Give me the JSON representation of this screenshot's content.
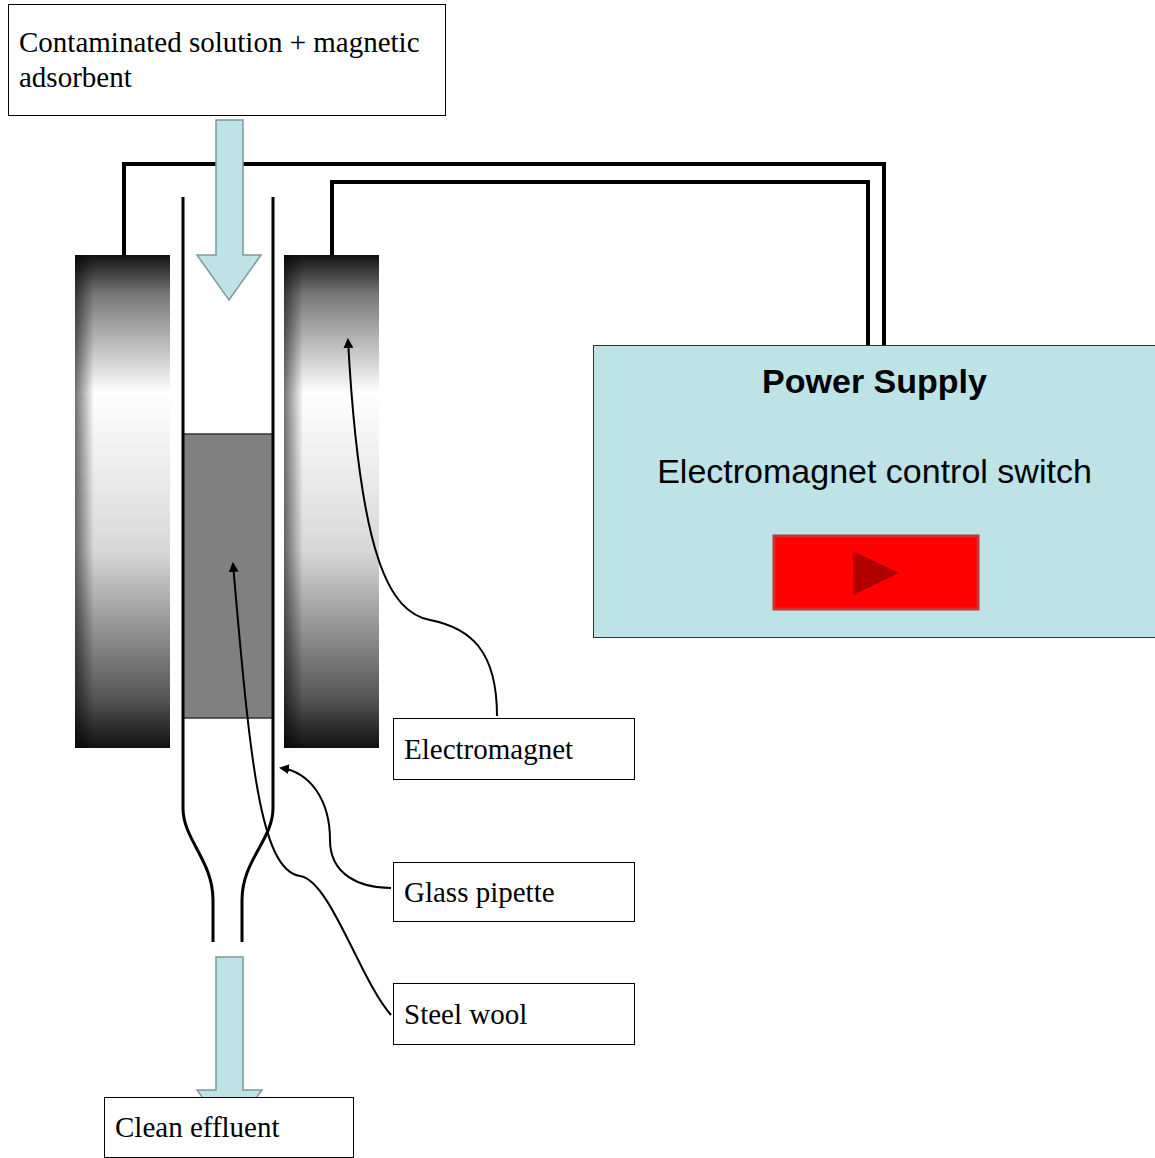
{
  "diagram": {
    "nodes": [
      {
        "text": [
          "Contaminated solution + magnetic adsorbent"
        ]
      },
      {
        "text": [
          "Power Supply",
          "Electromagnet control switch"
        ]
      },
      {
        "text": [
          "Electromagnet"
        ]
      },
      {
        "text": [
          "Glass pipette"
        ]
      },
      {
        "text": [
          "Steel wool"
        ]
      },
      {
        "text": [
          "Clean effluent"
        ]
      }
    ]
  }
}
